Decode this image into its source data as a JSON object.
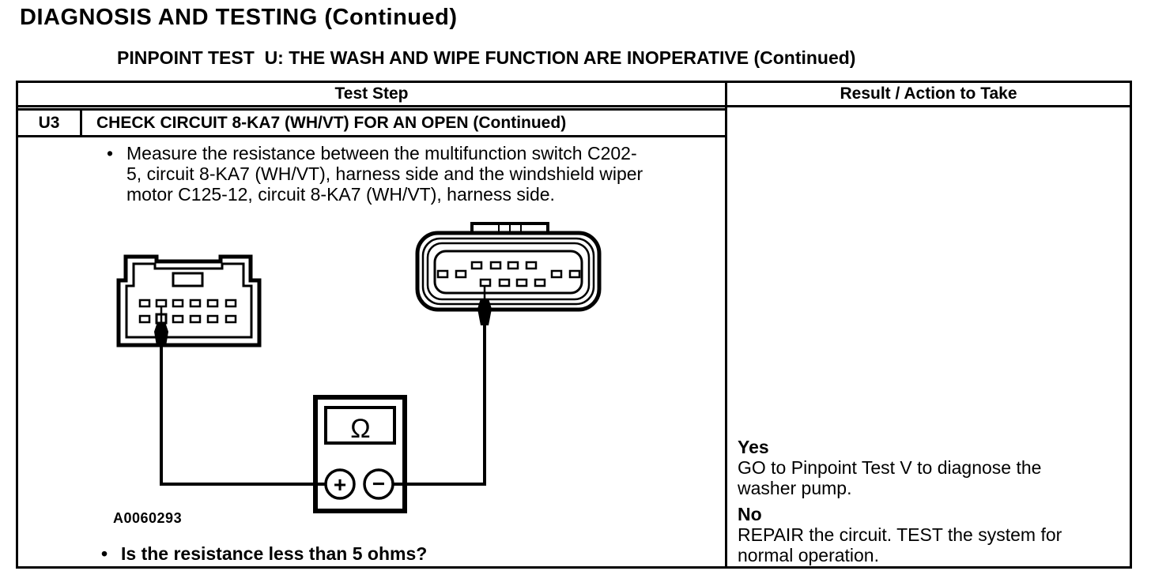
{
  "page": {
    "title": "DIAGNOSIS AND TESTING (Continued)",
    "subtitle": "PINPOINT TEST  U: THE WASH AND WIPE FUNCTION ARE INOPERATIVE (Continued)"
  },
  "glyphs": {
    "bullet": "•"
  },
  "table": {
    "headers": {
      "test_step": "Test Step",
      "result_action": "Result / Action to Take"
    },
    "step": {
      "id": "U3",
      "title": "CHECK CIRCUIT 8-KA7 (WH/VT) FOR AN OPEN (Continued)",
      "instruction": "Measure the resistance between the multifunction switch C202-5, circuit 8-KA7 (WH/VT), harness side and the windshield wiper motor C125-12, circuit 8-KA7 (WH/VT), harness side.",
      "figure_id": "A0060293",
      "question": "Is the resistance less than 5 ohms?"
    },
    "results": [
      {
        "answer": "Yes",
        "action": "GO to Pinpoint Test V to diagnose the washer pump."
      },
      {
        "answer": "No",
        "action": "REPAIR the circuit. TEST the system for normal operation."
      }
    ]
  },
  "diagram": {
    "ohm_symbol": "Ω",
    "positive_label": "+",
    "negative_label": "−",
    "ink_color": "#000000",
    "paper_color": "#ffffff"
  }
}
